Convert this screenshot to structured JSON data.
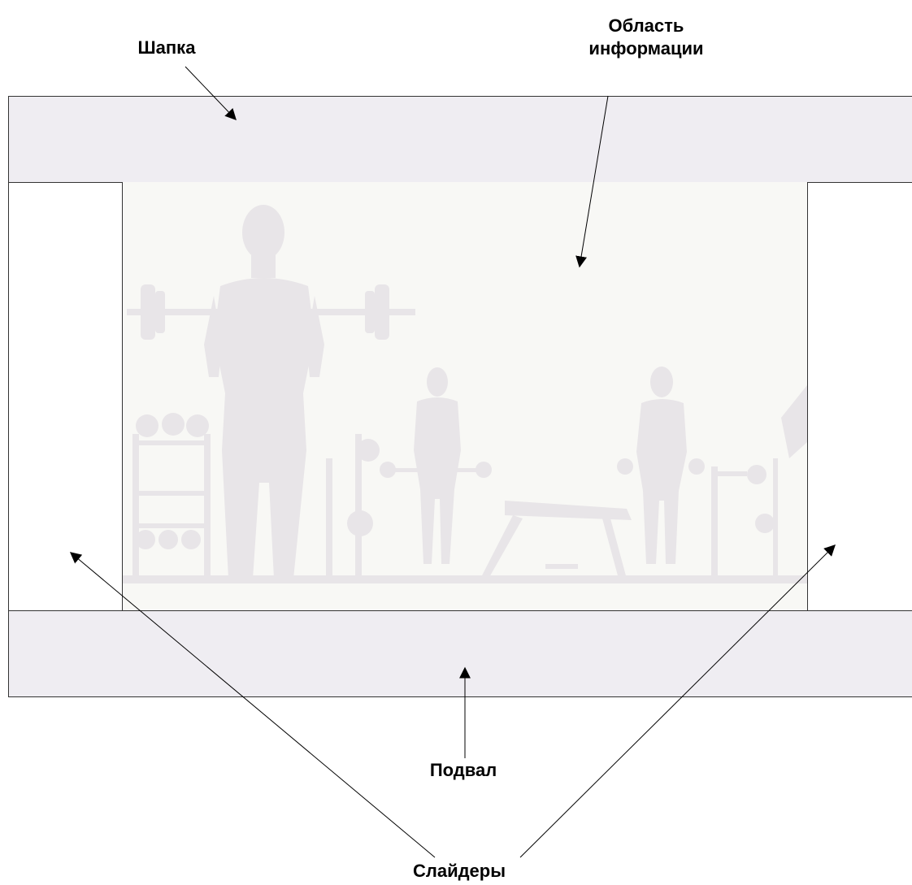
{
  "labels": {
    "header": "Шапка",
    "info_area": "Область информации",
    "footer": "Подвал",
    "sliders": "Слайдеры"
  },
  "colors": {
    "band_fill": "#efedf2",
    "content_fill": "#f8f8f5",
    "silhouette": "#e6e3e6",
    "line": "#000000"
  },
  "icons": {
    "content_background": "gym-silhouette-illustration"
  }
}
